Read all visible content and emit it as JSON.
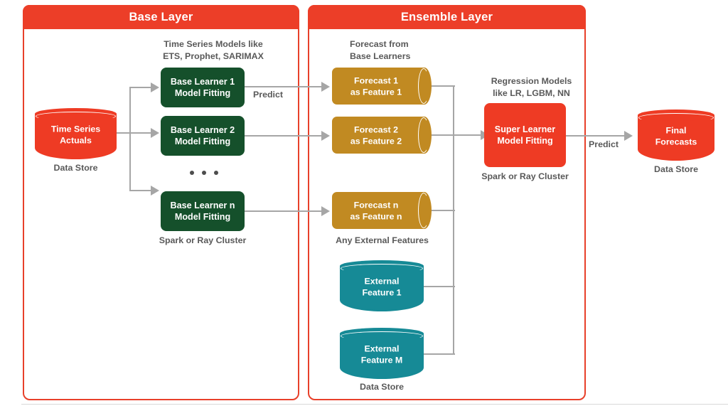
{
  "diagram": {
    "title": "Two-layer ensemble forecasting architecture",
    "colors": {
      "panel_border": "#e8402a",
      "panel_header": "#ec3e28",
      "base_learner_box": "#15502b",
      "super_learner_box": "#ee3b24",
      "datastore_red": "#ee3b24",
      "forecast_gold": "#c18a22",
      "external_teal": "#168a96",
      "connector_gray": "#a6a6a6",
      "caption_gray": "#595959"
    },
    "panels": [
      {
        "id": "base",
        "header": "Base Layer"
      },
      {
        "id": "ensemble",
        "header": "Ensemble Layer"
      }
    ],
    "base_layer": {
      "models_caption": "Time Series Models like\nETS, Prophet, SARIMAX",
      "cluster_caption": "Spark or Ray Cluster",
      "source_store": {
        "label": "Time Series\nActuals",
        "caption": "Data Store"
      },
      "learners": [
        {
          "label": "Base Learner 1\nModel Fitting"
        },
        {
          "label": "Base Learner 2\nModel Fitting"
        },
        {
          "label": "Base Learner n\nModel Fitting"
        }
      ],
      "ellipsis": "• • •",
      "predict_label": "Predict"
    },
    "ensemble_layer": {
      "forecast_caption": "Forecast from\nBase Learners",
      "external_caption": "Any External Features",
      "regression_caption": "Regression Models\nlike LR, LGBM, NN",
      "cluster_caption": "Spark or Ray Cluster",
      "datastore_caption": "Data Store",
      "forecast_features": [
        {
          "label": "Forecast 1\nas Feature 1"
        },
        {
          "label": "Forecast 2\nas Feature 2"
        },
        {
          "label": "Forecast n\nas Feature n"
        }
      ],
      "external_features": [
        {
          "label": "External\nFeature 1"
        },
        {
          "label": "External\nFeature M"
        }
      ],
      "super_learner": {
        "label": "Super Learner\nModel Fitting"
      },
      "predict_label": "Predict"
    },
    "output": {
      "store": {
        "label": "Final\nForecasts",
        "caption": "Data Store"
      }
    }
  }
}
